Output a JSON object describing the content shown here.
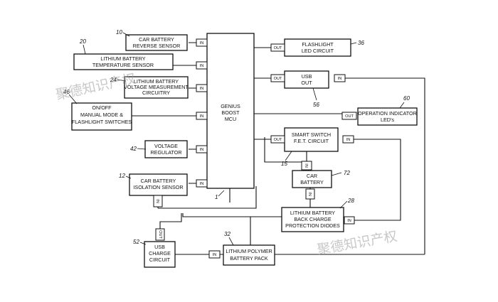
{
  "diagram": {
    "mcu": [
      "GENIUS",
      "BOOST",
      "MCU"
    ],
    "mcu_ref": "1",
    "car_battery_reverse_sensor": [
      "CAR BATTERY",
      "REVERSE SENSOR"
    ],
    "car_battery_reverse_sensor_ref": "10",
    "lithium_battery_temperature_sensor": [
      "LITHIUM BATTERY",
      "TEMPERATURE SENSOR"
    ],
    "lithium_battery_temperature_sensor_ref": "20",
    "lithium_battery_voltage_measurement": [
      "LITHIUM BATTERY",
      "VOLTAGE MEASUREMENT",
      "CIRCUITRY"
    ],
    "lithium_battery_voltage_measurement_ref": "24",
    "switches": [
      "ON/OFF",
      "MANUAL MODE &",
      "FLASHLIGHT SWITCHES"
    ],
    "switches_ref": "46",
    "voltage_regulator": [
      "VOLTAGE",
      "REGULATOR"
    ],
    "voltage_regulator_ref": "42",
    "car_battery_isolation_sensor": [
      "CAR BATTERY",
      "ISOLATION SENSOR"
    ],
    "car_battery_isolation_sensor_ref": "12",
    "flashlight_led_circuit": [
      "FLASHLIGHT",
      "LED CIRCUIT"
    ],
    "flashlight_led_circuit_ref": "36",
    "usb_out": [
      "USB",
      "OUT"
    ],
    "usb_out_ref": "56",
    "operation_indicator": [
      "OPERATION INDICATOR",
      "LED's"
    ],
    "operation_indicator_ref": "60",
    "smart_switch": [
      "SMART SWITCH",
      "F.E.T. CIRCUIT"
    ],
    "smart_switch_ref": "15",
    "car_battery": [
      "CAR",
      "BATTERY"
    ],
    "car_battery_ref": "72",
    "protection_diodes": [
      "LITHIUM BATTERY",
      "BACK CHARGE",
      "PROTECTION DIODES"
    ],
    "protection_diodes_ref": "28",
    "usb_charge_circuit": [
      "USB",
      "CHARGE",
      "CIRCUIT"
    ],
    "usb_charge_circuit_ref": "52",
    "lithium_polymer_pack": [
      "LITHIUM POLYMER",
      "BATTERY PACK"
    ],
    "lithium_polymer_pack_ref": "32",
    "port_in": "IN",
    "port_out": "OUT"
  },
  "watermark": [
    "聚德知识产权",
    "聚德知识产权"
  ]
}
